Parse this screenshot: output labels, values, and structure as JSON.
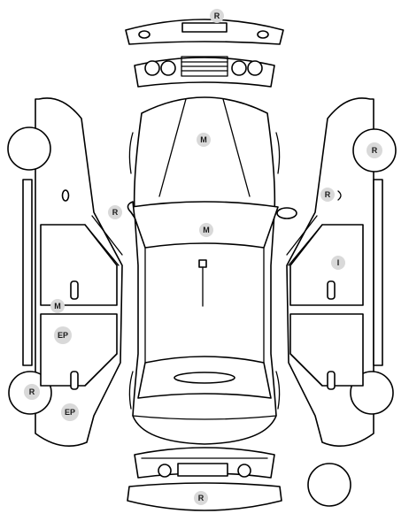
{
  "colors": {
    "line": "#000000",
    "marker_fill": "#d9d9d9",
    "marker_text": "#1a1a1a"
  },
  "markers": {
    "top_bumper": "R",
    "hood": "M",
    "left_mirror": "R",
    "roof": "M",
    "left_front_door": "M",
    "left_rear_door": "EP",
    "left_rear_wheel": "R",
    "left_rear_quarter": "EP",
    "right_front_wheel": "R",
    "right_mirror": "R",
    "right_front_door": "I",
    "bottom_bumper": "R"
  }
}
